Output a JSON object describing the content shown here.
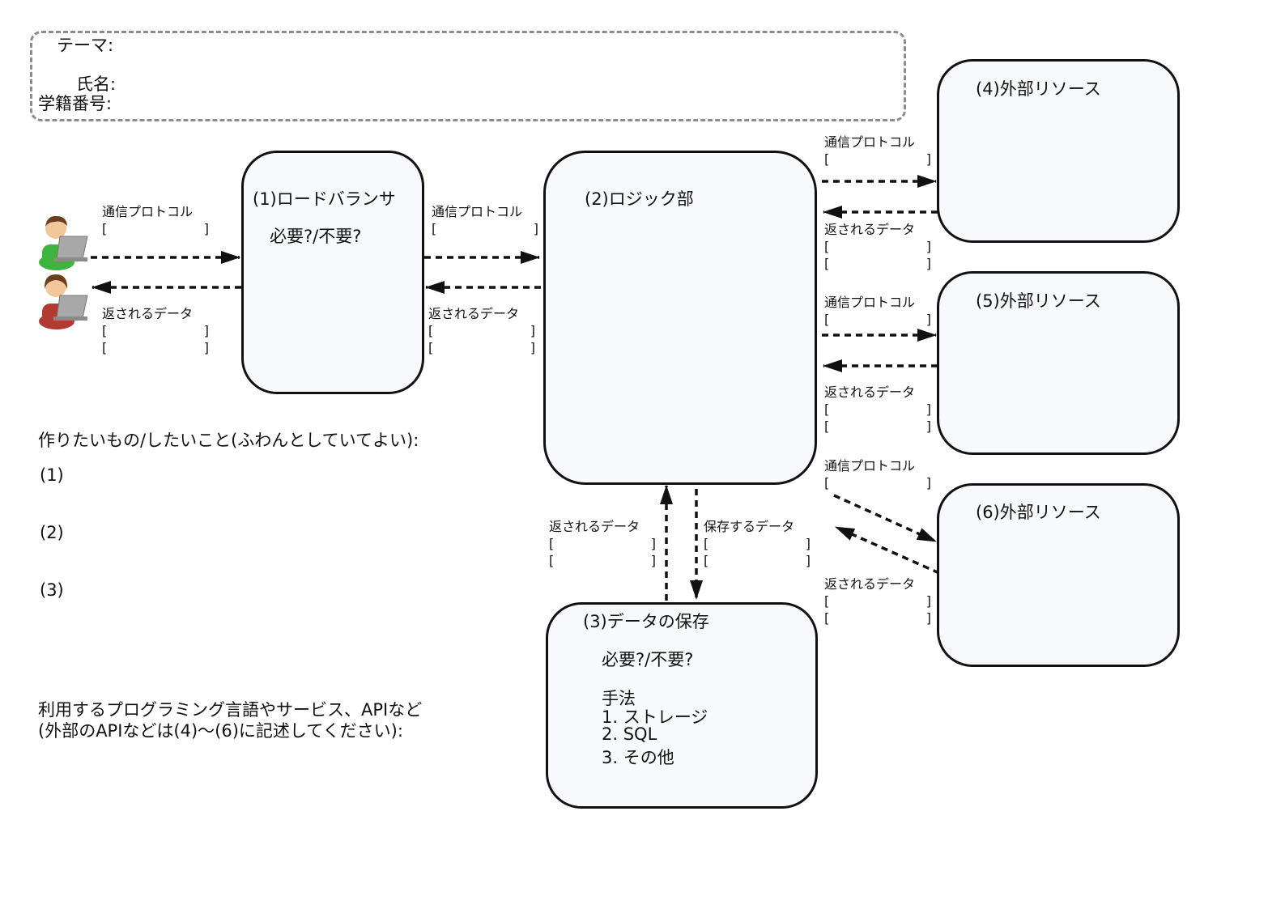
{
  "header": {
    "theme_label": "テーマ:",
    "name_label": "氏名:",
    "student_id_label": "学籍番号:"
  },
  "boxes": {
    "load_balancer": {
      "title": "(1)ロードバランサ",
      "question": "必要?/不要?"
    },
    "logic": {
      "title": "(2)ロジック部"
    },
    "storage": {
      "title": "(3)データの保存",
      "question": "必要?/不要?",
      "method_label": "手法",
      "options": [
        "1. ストレージ",
        "2. SQL",
        "3. その他"
      ]
    },
    "resource4": {
      "title": "(4)外部リソース"
    },
    "resource5": {
      "title": "(5)外部リソース"
    },
    "resource6": {
      "title": "(6)外部リソース"
    }
  },
  "labels": {
    "protocol": "通信プロトコル",
    "returned_data": "返されるデータ",
    "saved_data": "保存するデータ",
    "bracket_open": "[",
    "bracket_close": "]"
  },
  "notes": {
    "wants": "作りたいもの/したいこと(ふわんとしていてよい):",
    "items": [
      "(1)",
      "(2)",
      "(3)"
    ],
    "languages_line1": "利用するプログラミング言語やサービス、APIなど",
    "languages_line2": "(外部のAPIなどは(4)〜(6)に記述してください):"
  },
  "colors": {
    "box_fill": "#f8f9fd",
    "border": "#111111",
    "dashed_header": "#8c8c8c",
    "user1_shirt": "#3db43d",
    "user2_shirt": "#b13a32"
  },
  "icons": [
    "user-laptop-icon",
    "user-laptop-icon"
  ]
}
